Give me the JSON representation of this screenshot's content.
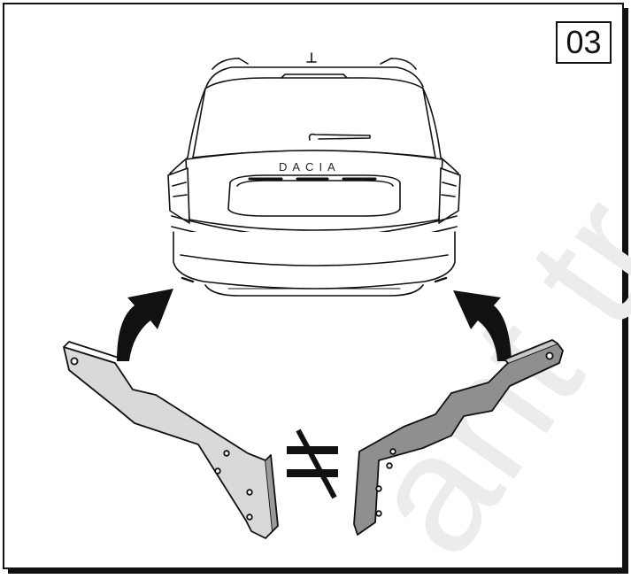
{
  "step_number": "03",
  "car": {
    "brand_badge": "DACIA"
  },
  "symbols": {
    "not_equal": "not-equal-sign"
  },
  "watermark_text": "ant tr",
  "colors": {
    "line": "#111111",
    "bracket_left_fill": "#d6d6d6",
    "bracket_right_fill": "#8e8e8e",
    "watermark": "#e9e9e9"
  }
}
